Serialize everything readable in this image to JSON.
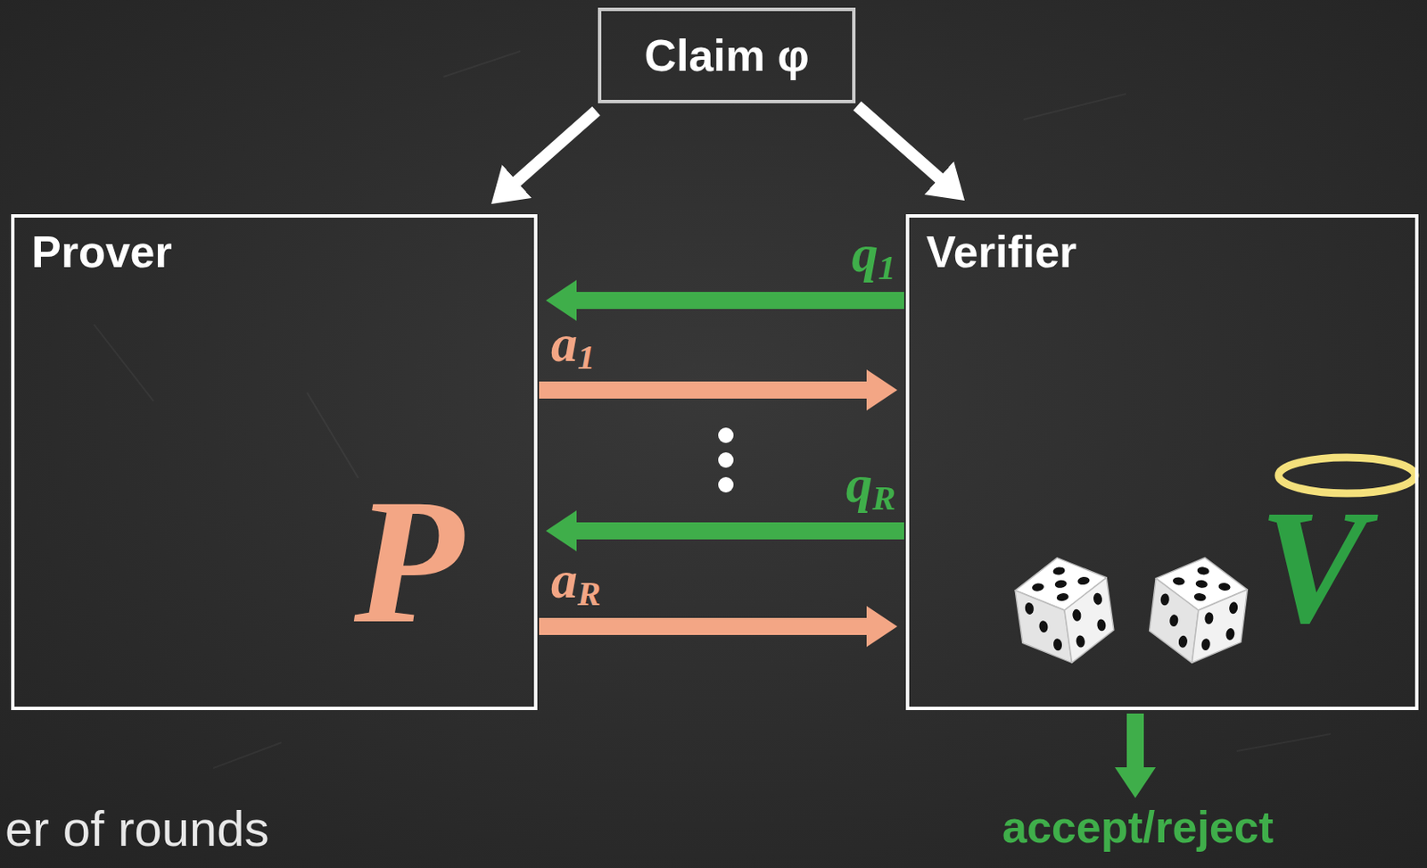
{
  "diagram": {
    "nodes": [
      {
        "text": [
          "Claim φ"
        ]
      },
      {
        "text": [
          "Prover",
          "P"
        ]
      },
      {
        "text": [
          "Verifier",
          "V"
        ]
      }
    ],
    "edges": [
      {
        "from": 0,
        "to": 1,
        "arrow": "to"
      },
      {
        "from": 0,
        "to": 2,
        "arrow": "to"
      },
      {
        "from": 2,
        "to": 1,
        "label": "q1",
        "arrow": "to"
      },
      {
        "from": 1,
        "to": 2,
        "label": "a1",
        "arrow": "to"
      },
      {
        "from": 2,
        "to": 1,
        "label": "qR",
        "arrow": "to"
      },
      {
        "from": 1,
        "to": 2,
        "label": "aR",
        "arrow": "to"
      }
    ],
    "labels": [
      "accept/reject",
      "er of rounds"
    ]
  }
}
